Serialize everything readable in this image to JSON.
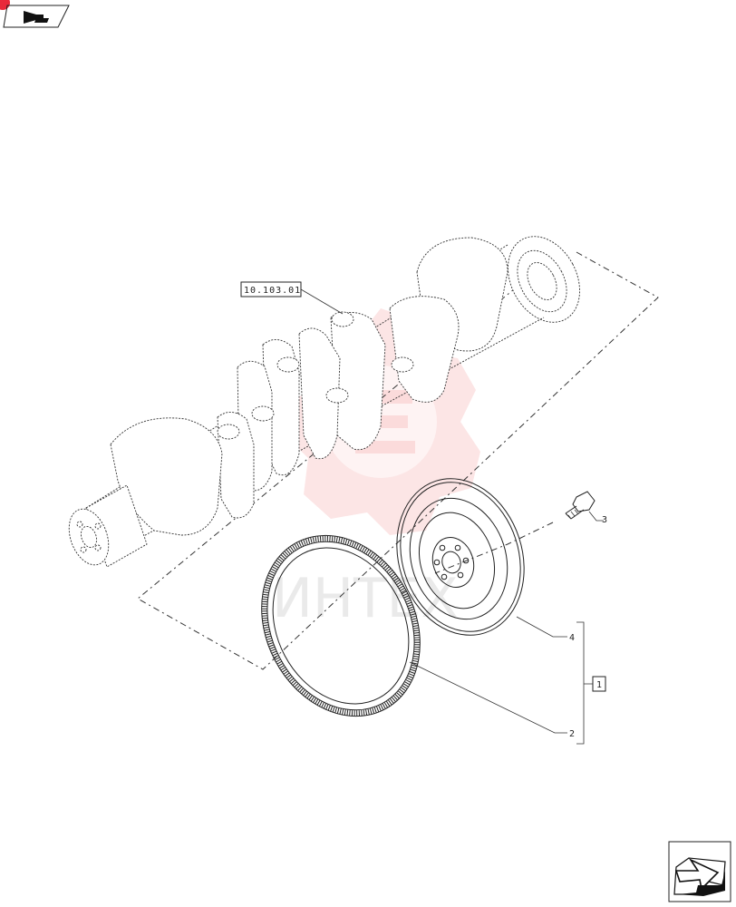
{
  "reference_label": "10.103.01",
  "callouts": {
    "flywheel_bolt": "3",
    "flywheel": "4",
    "assembly": "1",
    "ring_gear": "2"
  },
  "watermark": {
    "text": "ИНТЕХ",
    "color": "#f08a8a"
  },
  "icons": {
    "top_left": "back-arrow-icon",
    "bottom_right": "next-arrow-icon"
  },
  "colors": {
    "line": "#222222",
    "badge_red": "#e8293a"
  }
}
